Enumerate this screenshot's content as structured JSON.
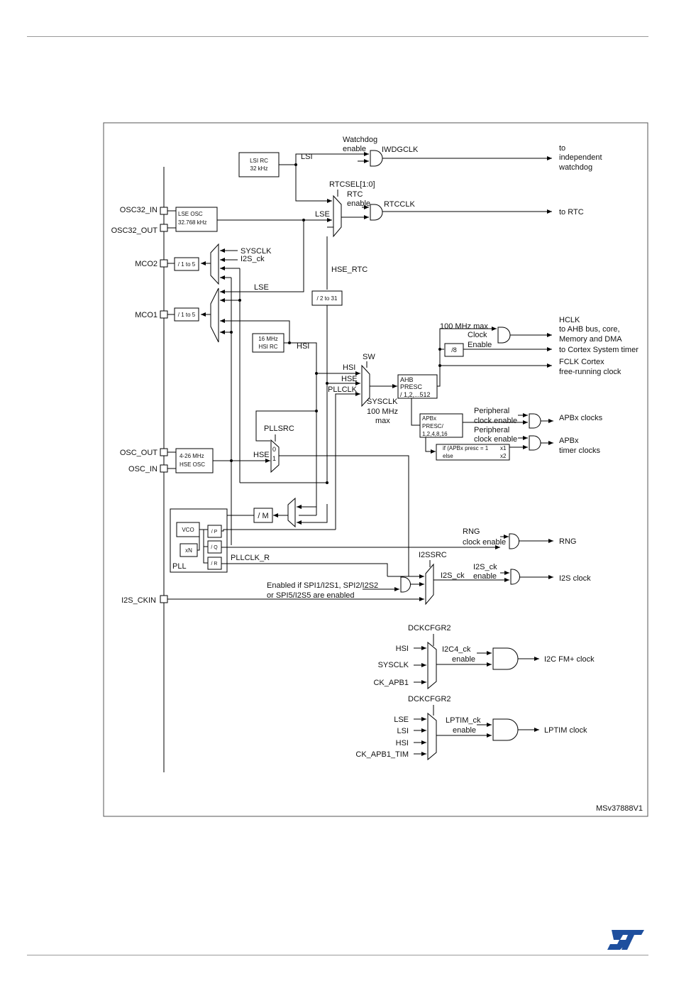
{
  "pins": {
    "osc32_in": "OSC32_IN",
    "osc32_out": "OSC32_OUT",
    "mco2": "MCO2",
    "mco1": "MCO1",
    "osc_out": "OSC_OUT",
    "osc_in": "OSC_IN",
    "i2s_ckin": "I2S_CKIN"
  },
  "blocks": {
    "lsi_rc": [
      "LSI RC",
      "32 kHz"
    ],
    "lse_osc": [
      "LSE OSC",
      "32.768 kHz"
    ],
    "mco2_div": "/ 1 to 5",
    "mco1_div": "/ 1 to 5",
    "hsi_rc": [
      "16 MHz",
      "HSI RC"
    ],
    "hse_osc": [
      "4-26 MHz",
      "HSE OSC"
    ],
    "div_2_31": "/ 2 to 31",
    "div_m": "/ M",
    "ahb_presc": [
      "AHB",
      "PRESC",
      "/ 1,2,...512"
    ],
    "apb_presc": [
      "APBx",
      "PRESC/",
      "1,2,4,8,16"
    ],
    "div8": "/8",
    "timer_mult": [
      "if (APBx presc = 1",
      "x1",
      "else",
      "x2"
    ],
    "pll": {
      "label": "PLL",
      "vco": "VCO",
      "xn": "xN",
      "p": "/ P",
      "q": "/ Q",
      "r": "/ R"
    }
  },
  "labels": {
    "watchdog_enable": [
      "Watchdog",
      "enable"
    ],
    "lsi": "LSI",
    "iwdgclk": "IWDGCLK",
    "rtcsel": "RTCSEL[1:0]",
    "rtc_enable": [
      "RTC",
      "enable"
    ],
    "rtcclk": "RTCCLK",
    "lse": "LSE",
    "lse_mco": "LSE",
    "sysclk_mco": "SYSCLK",
    "i2s_ck_mco": "I2S_ck",
    "hse_rtc": "HSE_RTC",
    "hsi": "HSI",
    "sw": "SW",
    "hsi_sw": "HSI",
    "hse_sw": "HSE",
    "pllclk_sw": "PLLCLK",
    "sysclk_out": [
      "SYSCLK",
      "100 MHz",
      "max"
    ],
    "hclk_max": "100 MHz max",
    "clock_enable": [
      "Clock",
      "Enable"
    ],
    "pllsrc": "PLLSRC",
    "pllsrc_0": "0",
    "pllsrc_1": "1",
    "hse_pll": "HSE",
    "peripheral_clock_enable_1": [
      "Peripheral",
      "clock enable"
    ],
    "peripheral_clock_enable_2": [
      "Peripheral",
      "clock enable"
    ],
    "rng_clock_enable": [
      "RNG",
      "clock enable"
    ],
    "pllclk_r": "PLLCLK_R",
    "i2ssrc": "I2SSRC",
    "i2s_ck": "I2S_ck",
    "i2s_ck_enable": [
      "I2S_ck",
      "enable"
    ],
    "enabled_if_spi": [
      "Enabled if SPI1/I2S1, SPI2/I2S2",
      "or SPI5/I2S5 are enabled"
    ],
    "dckcfgr2_a": "DCKCFGR2",
    "i2c4_inputs": [
      "HSI",
      "SYSCLK",
      "CK_APB1"
    ],
    "i2c4_ck_enable": [
      "I2C4_ck",
      "enable"
    ],
    "dckcfgr2_b": "DCKCFGR2",
    "lptim_inputs": [
      "LSE",
      "LSI",
      "HSI",
      "CK_APB1_TIM"
    ],
    "lptim_ck_enable": [
      "LPTIM_ck",
      "enable"
    ]
  },
  "outputs": {
    "watchdog": [
      "to",
      "independent",
      "watchdog"
    ],
    "rtc": "to RTC",
    "hclk": [
      "HCLK",
      "to AHB bus, core,",
      "Memory and DMA"
    ],
    "cortex_timer": "to Cortex  System timer",
    "fclk": [
      "FCLK Cortex",
      "free-running clock"
    ],
    "apbx_clocks": "APBx clocks",
    "apbx_timer": [
      "APBx",
      "timer clocks"
    ],
    "rng": "RNG",
    "i2s_clock": "I2S clock",
    "i2c_fm": "I2C FM+ clock",
    "lptim": "LPTIM clock"
  },
  "figure_id": "MSv37888V1",
  "logo": "ST"
}
